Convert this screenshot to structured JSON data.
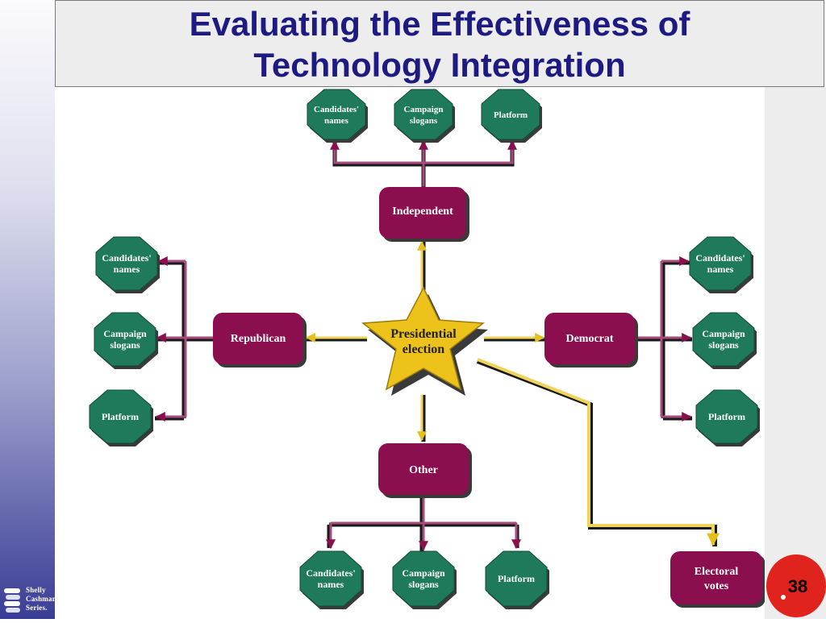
{
  "slide": {
    "title_line1": "Evaluating the Effectiveness of",
    "title_line2": "Technology Integration",
    "page_number": "38",
    "logo_lines": [
      "Shelly",
      "Cashman",
      "Series."
    ]
  },
  "colors": {
    "title": "#1d1a82",
    "party_box": "#8b0e4e",
    "topic_octagon": "#1e7a5a",
    "star": "#ecc21b",
    "connector_maroon": "#a64b7b",
    "connector_yellow": "#f0d35a",
    "page_badge": "#e1231d"
  },
  "diagram": {
    "center": {
      "line1": "Presidential",
      "line2": "election"
    },
    "parties": {
      "independent": "Independent",
      "republican": "Republican",
      "democrat": "Democrat",
      "other": "Other"
    },
    "electoral": {
      "line1": "Electoral",
      "line2": "votes"
    },
    "topics": {
      "names": {
        "line1": "Candidates'",
        "line2": "names"
      },
      "slogans": {
        "line1": "Campaign",
        "line2": "slogans"
      },
      "platform": "Platform"
    }
  }
}
